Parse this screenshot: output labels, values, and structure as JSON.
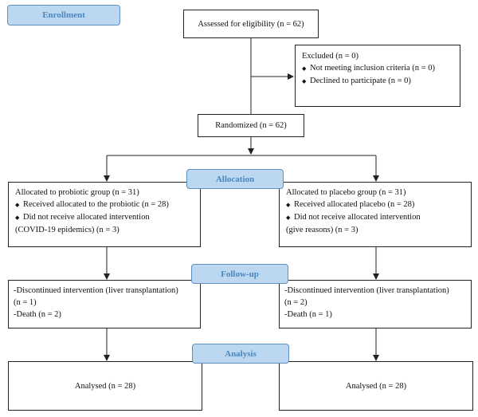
{
  "stages": {
    "enrollment": "Enrollment",
    "allocation": "Allocation",
    "followup": "Follow-up",
    "analysis": "Analysis"
  },
  "assessed": "Assessed for eligibility (n = 62)",
  "excluded": {
    "title": "Excluded (n = 0)",
    "items": [
      "Not meeting inclusion criteria (n = 0)",
      "Declined to participate (n = 0)"
    ]
  },
  "randomized": "Randomized (n = 62)",
  "allocation_left": {
    "title": "Allocated to probiotic group (n = 31)",
    "item1": "Received allocated to the probiotic (n = 28)",
    "item2_line1": "Did not receive allocated intervention",
    "item2_line2": "(COVID-19 epidemics) (n = 3)"
  },
  "allocation_right": {
    "title": "Allocated to placebo group (n = 31)",
    "item1": "Received allocated placebo (n = 28)",
    "item2_line1": "Did not receive allocated intervention",
    "item2_line2": "(give reasons) (n = 3)"
  },
  "followup_left": {
    "line1": "-Discontinued intervention (liver transplantation)",
    "line2": "(n = 1)",
    "line3": "-Death (n = 2)"
  },
  "followup_right": {
    "line1": "-Discontinued intervention (liver transplantation)",
    "line2": "(n = 2)",
    "line3": "-Death (n = 1)"
  },
  "analysis_left": "Analysed (n = 28)",
  "analysis_right": "Analysed (n = 28)",
  "colors": {
    "stage_fill": "#bcd7f0",
    "stage_text": "#4a86c0",
    "line": "#222222"
  }
}
